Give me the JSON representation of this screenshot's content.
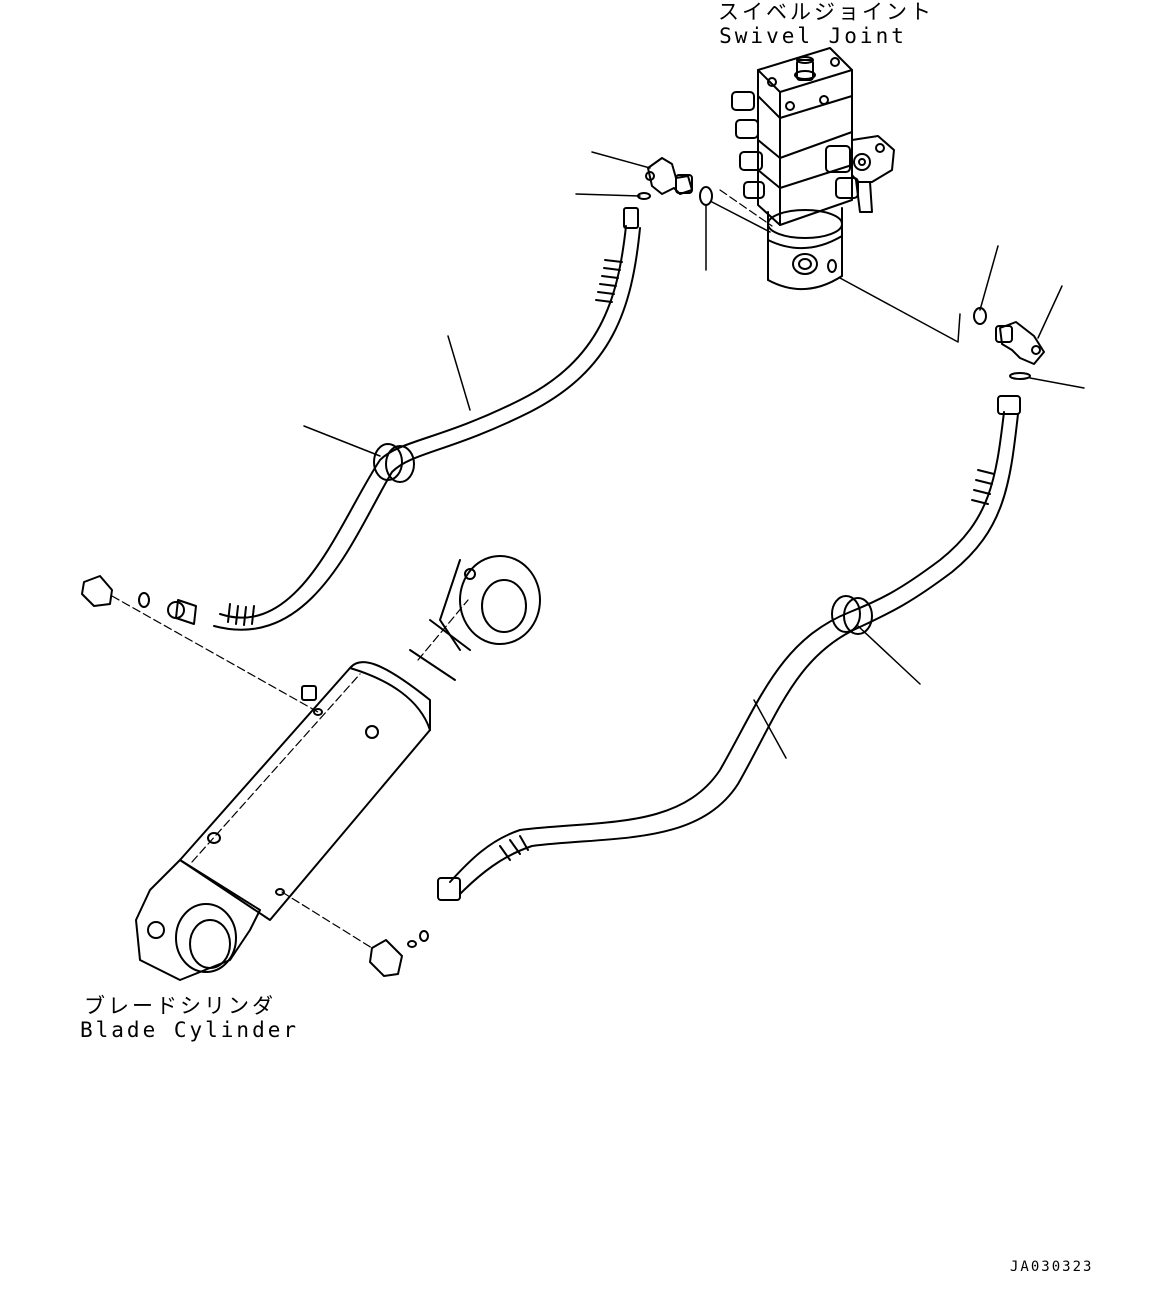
{
  "labels": {
    "swivel_joint_jp": "スイベルジョイント",
    "swivel_joint_en": "Swivel Joint",
    "blade_cylinder_jp": "ブレードシリンダ",
    "blade_cylinder_en": "Blade Cylinder",
    "drawing_code": "JA030323"
  },
  "colors": {
    "line": "#000000",
    "background": "#ffffff"
  }
}
